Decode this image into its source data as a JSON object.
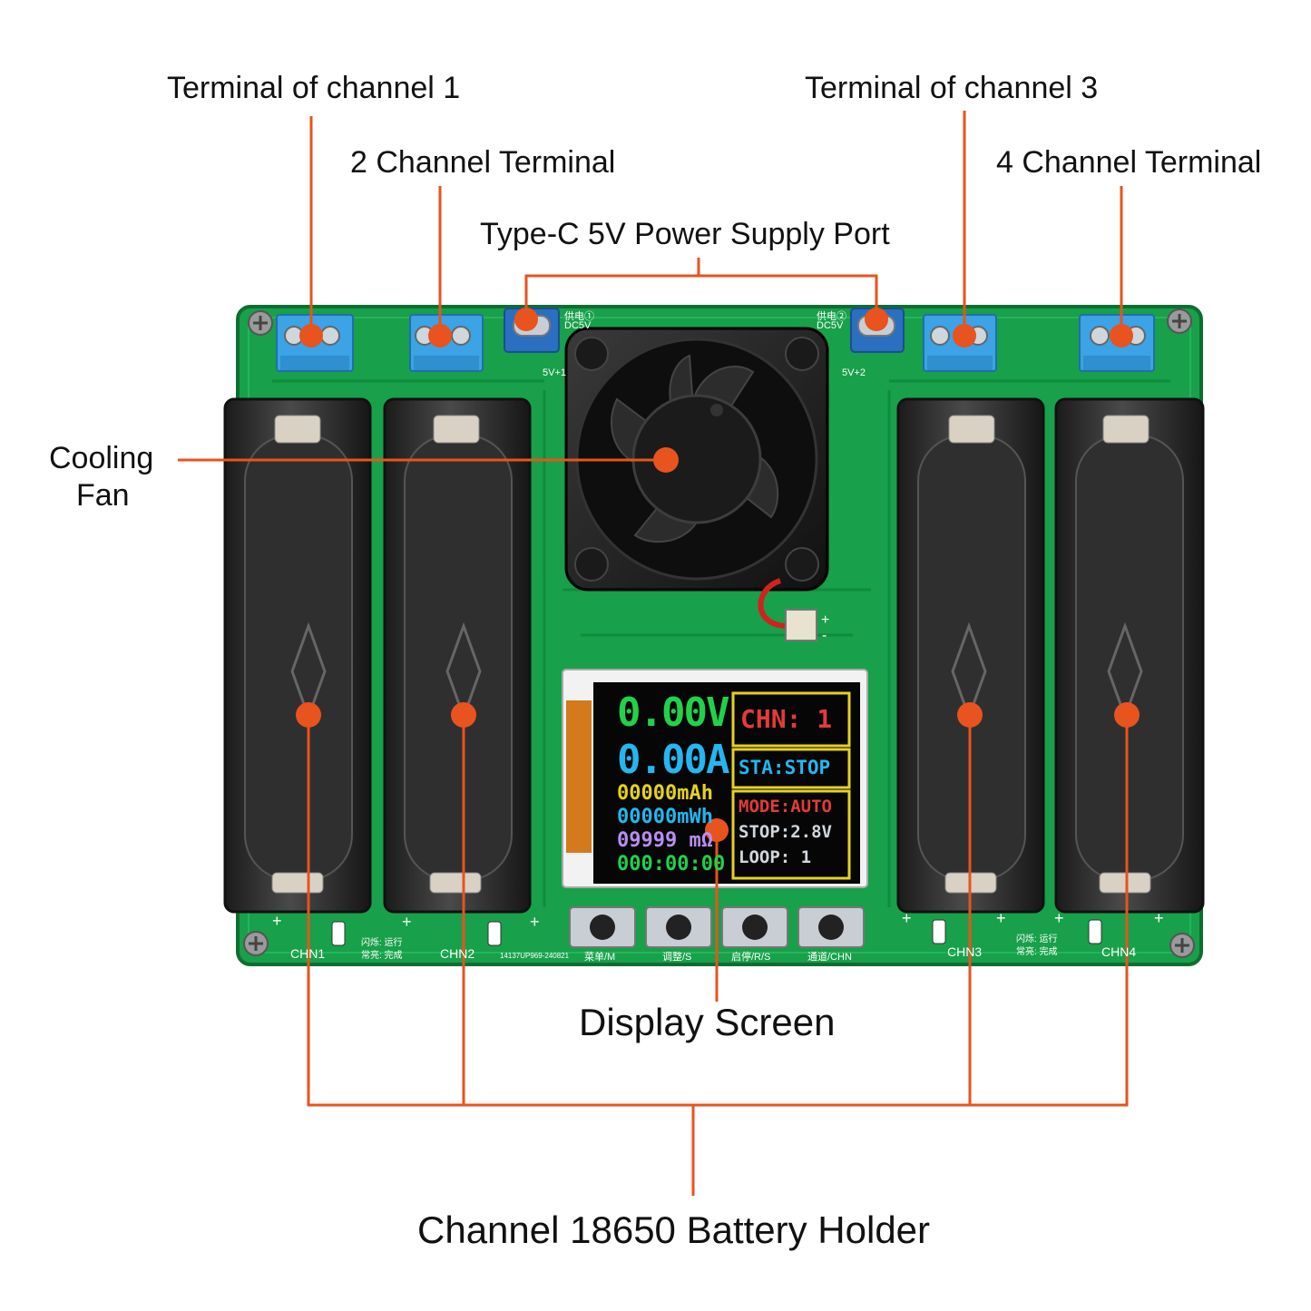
{
  "labels": {
    "terminal_ch1": "Terminal of channel 1",
    "terminal_ch2": "2 Channel Terminal",
    "terminal_ch3": "Terminal of channel 3",
    "terminal_ch4": "4 Channel Terminal",
    "typec_port": "Type-C 5V Power Supply Port",
    "cooling_fan_line1": "Cooling",
    "cooling_fan_line2": "Fan",
    "display_screen": "Display Screen",
    "battery_holder": "Channel 18650 Battery Holder"
  },
  "board": {
    "typec_left_text1": "供电①",
    "typec_left_text2": "DC5V",
    "typec_right_text1": "供电②",
    "typec_right_text2": "DC5V",
    "power_label_left": "5V+1",
    "power_label_right": "5V+2",
    "channels": [
      "CHN1",
      "CHN2",
      "CHN3",
      "CHN4"
    ],
    "status_left_1": "闪烁: 运行",
    "status_left_2": "常亮: 完成",
    "status_right_1": "闪烁: 运行",
    "status_right_2": "常亮: 完成",
    "serial": "14137UP969-240821",
    "buttons": [
      "菜单/M",
      "调整/S",
      "启停/R/S",
      "通道/CHN"
    ],
    "plus": "+",
    "minus": "-"
  },
  "screen": {
    "voltage": "0.00V",
    "current": "0.00A",
    "capacity": "00000mAh",
    "energy": "00000mWh",
    "resistance": "09999 mΩ",
    "time": "000:00:00",
    "channel": "CHN: 1",
    "status": "STA:STOP",
    "mode": "MODE:AUTO",
    "stop": "STOP:2.8V",
    "loop": "LOOP: 1"
  },
  "colors": {
    "accent": "#e8531e",
    "pcb": "#17a34a",
    "pcb_dark": "#0e7a36",
    "terminal_blue": "#3ba3e6",
    "holder": "#2a2a2a"
  }
}
